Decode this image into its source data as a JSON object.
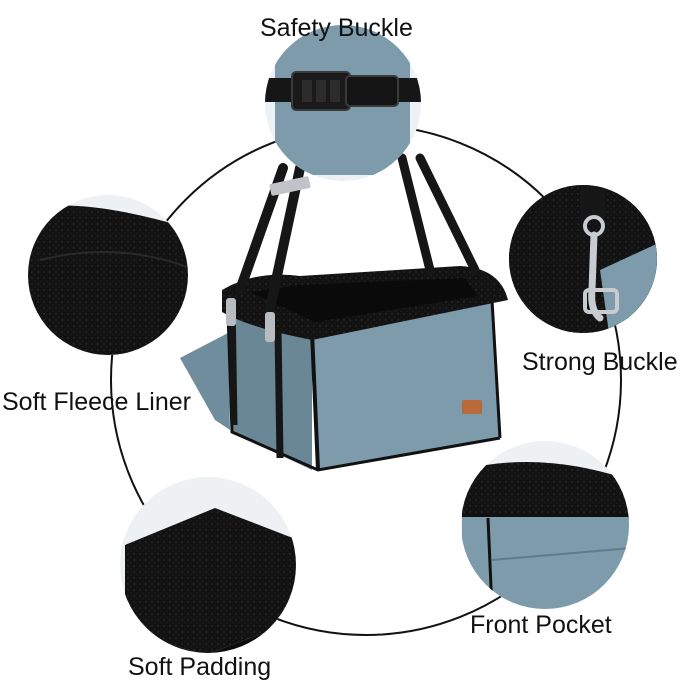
{
  "labels": {
    "safety_buckle": "Safety Buckle",
    "strong_buckle": "Strong Buckle",
    "soft_fleece_liner": "Soft Fleece Liner",
    "front_pocket": "Front Pocket",
    "soft_padding": "Soft Padding"
  },
  "brand_tag": "",
  "colors": {
    "fabric": "#7d9bab",
    "fabric_dark": "#6a8796",
    "fleece": "#121212",
    "strap": "#161616",
    "ring": "#111111",
    "metal": "#b8bcc0",
    "tag": "#b86a3a"
  }
}
